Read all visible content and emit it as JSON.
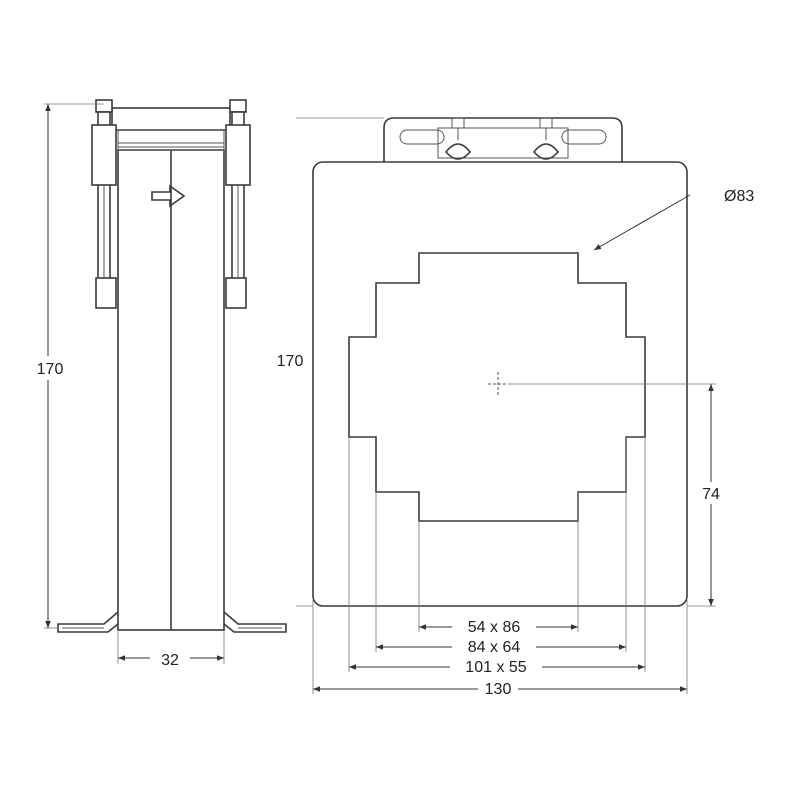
{
  "side_view": {
    "height_label": "170",
    "width_label": "32"
  },
  "front_view": {
    "height_label": "170",
    "diameter_label": "Ø83",
    "center_height_label": "74",
    "window_sizes": [
      "54 x 86",
      "84 x 64",
      "101 x 55"
    ],
    "overall_width_label": "130"
  },
  "colors": {
    "line": "#3a3a3a",
    "background": "#ffffff"
  }
}
